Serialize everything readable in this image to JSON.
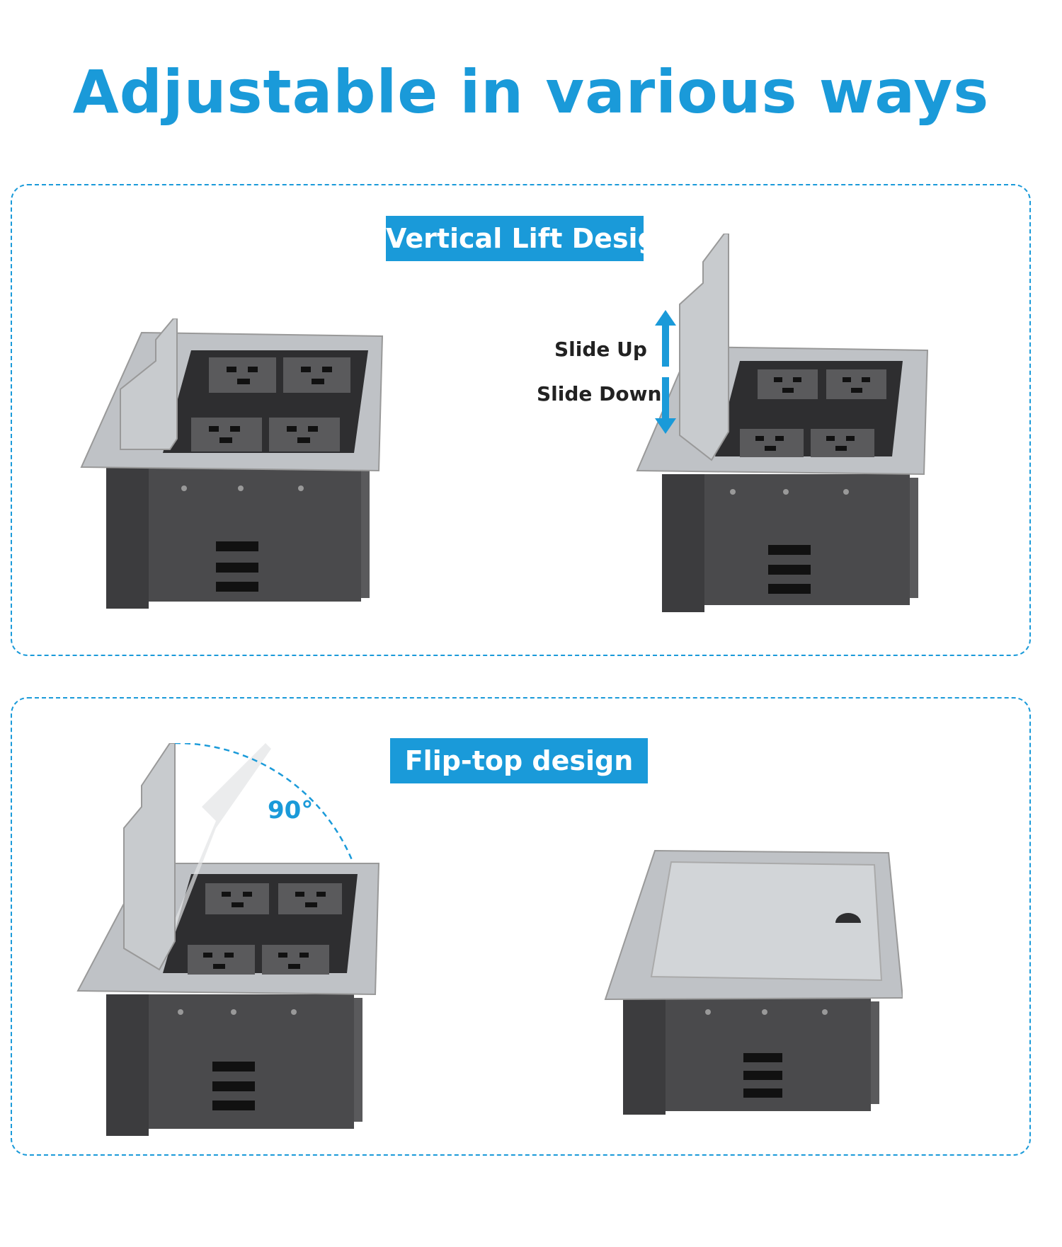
{
  "headline": "Adjustable in various ways",
  "sections": [
    {
      "tag": "Vertical Lift Design",
      "callouts": {
        "slide_up": "Slide Up",
        "slide_down": "Slide Down"
      }
    },
    {
      "tag": "Flip-top design",
      "callouts": {
        "angle": "90°"
      }
    }
  ],
  "colors": {
    "accent": "#1a9ad9",
    "frame": "#bfc2c6",
    "body": "#4a4a4c",
    "socket": "#5a5a5c"
  },
  "icons": [
    "arrow-up-down-icon",
    "rotation-arc-icon"
  ]
}
